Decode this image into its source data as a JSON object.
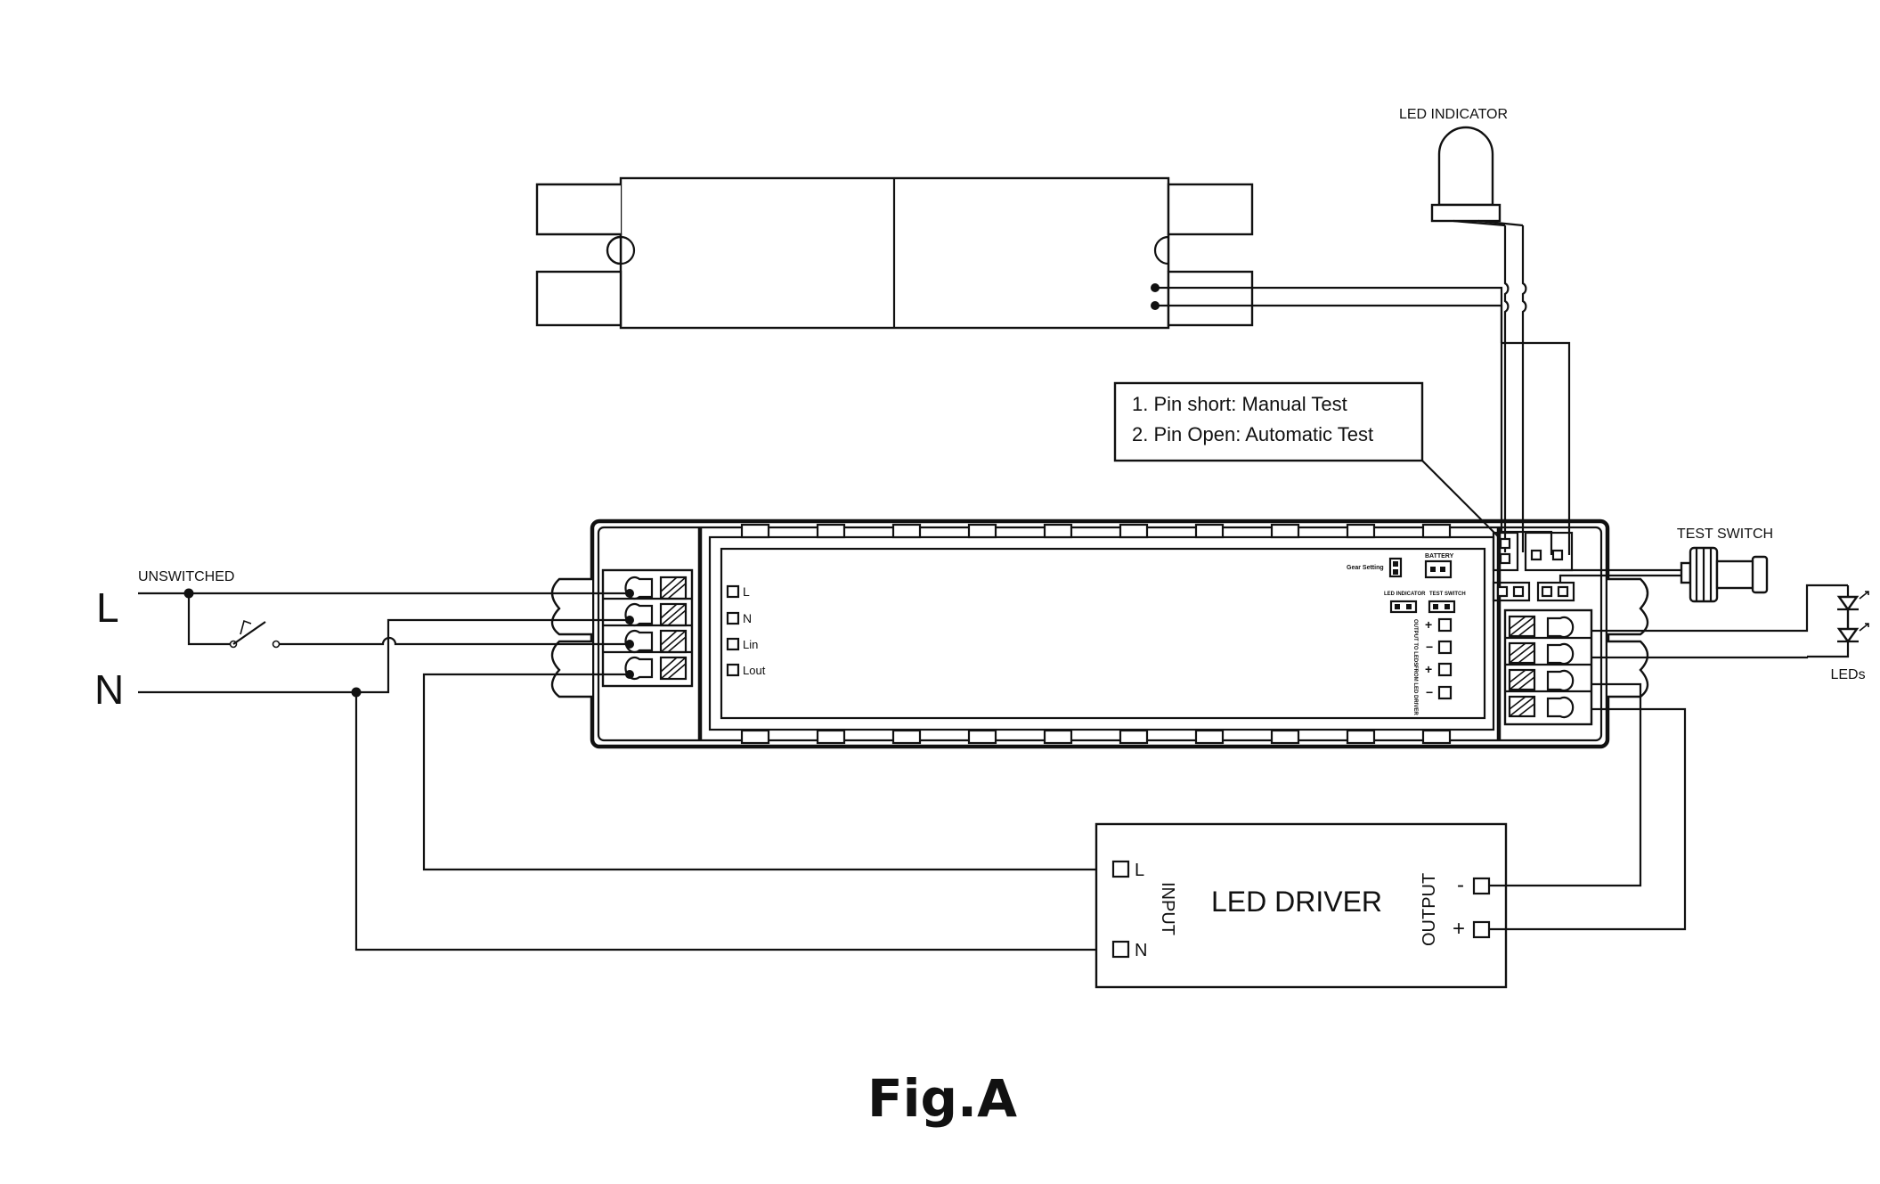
{
  "caption": "Fig.A",
  "supply": {
    "line_label": "L",
    "neutral_label": "N",
    "unswitched_label": "UNSWITCHED"
  },
  "led_indicator_label": "LED INDICATOR",
  "test_switch_label": "TEST SWITCH",
  "leds_label": "LEDs",
  "note": {
    "line1": "1. Pin short: Manual Test",
    "line2": "2. Pin Open: Automatic Test"
  },
  "module": {
    "terminals": [
      "L",
      "N",
      "Lin",
      "Lout"
    ],
    "gear_setting": "Gear Setting",
    "battery": "BATTERY",
    "led_indicator": "LED INDICATOR",
    "test_switch": "TEST SWITCH",
    "output_to_leds": "OUTPUT TO LEDS",
    "from_led_driver": "FROM LED DRIVER",
    "plus": "+",
    "minus": "−"
  },
  "driver": {
    "title": "LED DRIVER",
    "input_label": "INPUT",
    "output_label": "OUTPUT",
    "input_l": "L",
    "input_n": "N",
    "output_minus": "-",
    "output_plus": "+"
  }
}
